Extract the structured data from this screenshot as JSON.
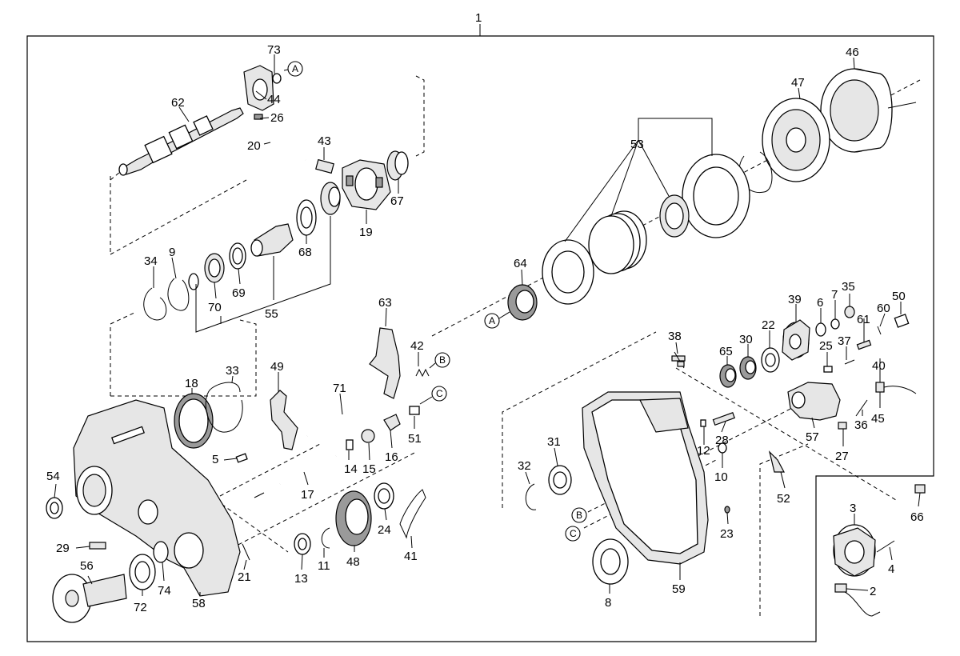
{
  "diagram": {
    "assembly_label": "1",
    "parts": {
      "p2": "2",
      "p3": "3",
      "p4": "4",
      "p5": "5",
      "p6": "6",
      "p7": "7",
      "p8": "8",
      "p9": "9",
      "p10": "10",
      "p11": "11",
      "p12": "12",
      "p13": "13",
      "p14": "14",
      "p15": "15",
      "p16": "16",
      "p17": "17",
      "p18": "18",
      "p19": "19",
      "p20": "20",
      "p21": "21",
      "p22": "22",
      "p23": "23",
      "p24": "24",
      "p25": "25",
      "p26": "26",
      "p27": "27",
      "p28": "28",
      "p29": "29",
      "p30": "30",
      "p31": "31",
      "p32": "32",
      "p33": "33",
      "p34": "34",
      "p35": "35",
      "p36": "36",
      "p37": "37",
      "p38": "38",
      "p39": "39",
      "p40": "40",
      "p41": "41",
      "p42": "42",
      "p43": "43",
      "p44": "44",
      "p45": "45",
      "p46": "46",
      "p47": "47",
      "p48": "48",
      "p49": "49",
      "p50": "50",
      "p51": "51",
      "p52": "52",
      "p53": "53",
      "p54": "54",
      "p55": "55",
      "p56": "56",
      "p57": "57",
      "p58": "58",
      "p59": "59",
      "p60": "60",
      "p61": "61",
      "p62": "62",
      "p63": "63",
      "p64": "64",
      "p65": "65",
      "p66": "66",
      "p67": "67",
      "p68": "68",
      "p69": "69",
      "p70": "70",
      "p71": "71",
      "p72": "72",
      "p73": "73",
      "p74": "74"
    },
    "refs": {
      "A": "A",
      "B": "B",
      "C": "C"
    }
  }
}
